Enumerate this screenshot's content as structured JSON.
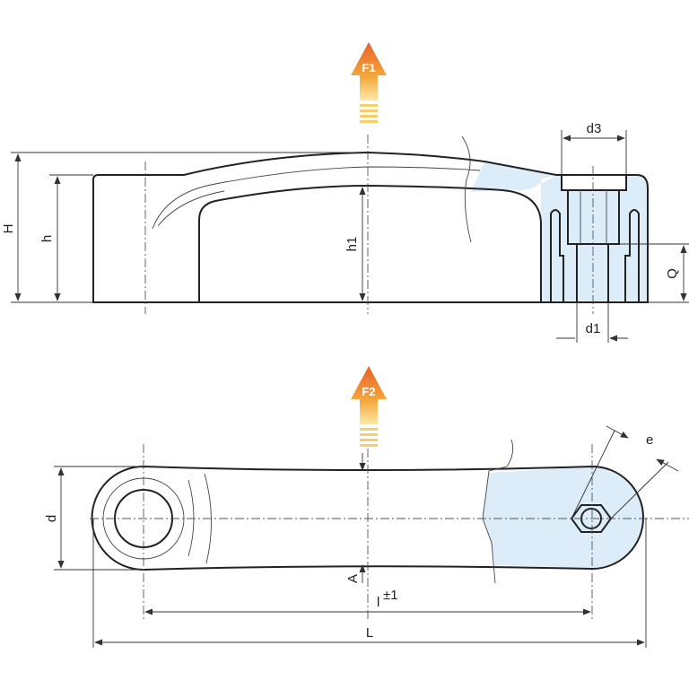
{
  "forces": {
    "f1": "F1",
    "f2": "F2"
  },
  "side_view": {
    "H": "H",
    "h": "h",
    "h1": "h1",
    "d3": "d3",
    "d1": "d1",
    "Q": "Q"
  },
  "top_view": {
    "e": "e",
    "d": "d",
    "A": "A",
    "l": "l",
    "l_tol": "±1",
    "L": "L"
  },
  "colors": {
    "section_fill": "#dcedf9",
    "arrow_top": "#e8602a",
    "arrow_bottom": "#f6c84a"
  }
}
